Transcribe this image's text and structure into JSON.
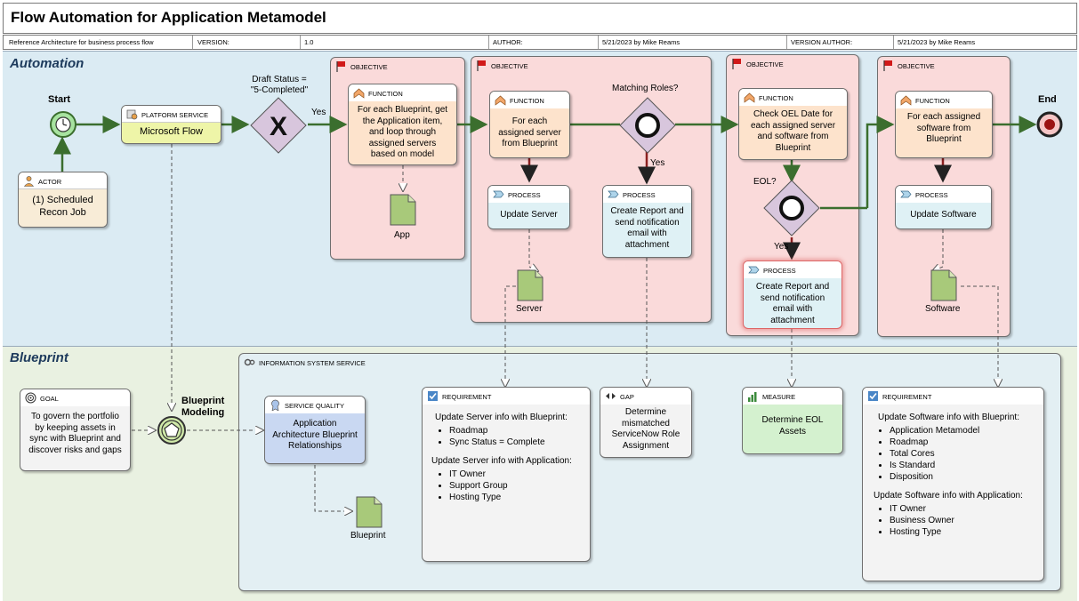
{
  "header": {
    "title": "Flow Automation for Application Metamodel",
    "description": "Reference Architecture for business process flow",
    "version_label": "VERSION:",
    "version": "1.0",
    "author_label": "AUTHOR:",
    "author": "5/21/2023 by Mike Reams",
    "version_author_label": "VERSION AUTHOR:",
    "version_author": "5/21/2023 by Mike Reams"
  },
  "lanes": {
    "automation": "Automation",
    "blueprint": "Blueprint"
  },
  "labels": {
    "start": "Start",
    "end": "End",
    "draft_status": "Draft Status =\n\"5-Completed\"",
    "yes1": "Yes",
    "matching_roles": "Matching Roles?",
    "yes2": "Yes",
    "eol": "EOL?",
    "yes3": "Yes",
    "bp_modeling": "Blueprint\nModeling"
  },
  "actor": {
    "cap": "ACTOR",
    "text": "(1) Scheduled\nRecon Job"
  },
  "platform": {
    "cap": "PLATFORM SERVICE",
    "text": "Microsoft Flow"
  },
  "objectives": [
    "OBJECTIVE",
    "OBJECTIVE",
    "OBJECTIVE",
    "OBJECTIVE"
  ],
  "functions": [
    {
      "cap": "FUNCTION",
      "text": "For each Blueprint, get\nthe Application item,\nand loop through\nassigned servers\nbased on model"
    },
    {
      "cap": "FUNCTION",
      "text": "For each\nassigned server\nfrom Blueprint"
    },
    {
      "cap": "FUNCTION",
      "text": "Check OEL Date for\neach assigned server\nand software from\nBlueprint"
    },
    {
      "cap": "FUNCTION",
      "text": "For each assigned\nsoftware from\nBlueprint"
    }
  ],
  "processes": [
    {
      "cap": "PROCESS",
      "text": "Update Server"
    },
    {
      "cap": "PROCESS",
      "text": "Create Report and\nsend notification\nemail with\nattachment"
    },
    {
      "cap": "PROCESS",
      "text": "Create Report and\nsend notification\nemail with\nattachment"
    },
    {
      "cap": "PROCESS",
      "text": "Update Software"
    }
  ],
  "documents": {
    "app": "App",
    "server": "Server",
    "software": "Software",
    "blueprint": "Blueprint"
  },
  "goal": {
    "cap": "GOAL",
    "text": "To govern the portfolio\nby keeping assets in\nsync with Blueprint and\ndiscover risks and gaps"
  },
  "info_service": {
    "cap": "INFORMATION SYSTEM SERVICE"
  },
  "service_quality": {
    "cap": "SERVICE QUALITY",
    "text": "Application\nArchitecture Blueprint\nRelationships"
  },
  "requirement1": {
    "cap": "REQUIREMENT",
    "h1": "Update Server info with Blueprint:",
    "items1": [
      "Roadmap",
      "Sync Status = Complete"
    ],
    "h2": "Update Server info with Application:",
    "items2": [
      "IT Owner",
      "Support Group",
      "Hosting Type"
    ]
  },
  "gap": {
    "cap": "GAP",
    "text": "Determine\nmismatched\nServiceNow Role\nAssignment"
  },
  "measure": {
    "cap": "MEASURE",
    "text": "Determine EOL\nAssets"
  },
  "requirement2": {
    "cap": "REQUIREMENT",
    "h1": "Update Software info with Blueprint:",
    "items1": [
      "Application Metamodel",
      "Roadmap",
      "Total Cores",
      "Is Standard",
      "Disposition"
    ],
    "h2": "Update Software info with Application:",
    "items2": [
      "IT Owner",
      "Business Owner",
      "Hosting Type"
    ]
  },
  "colors": {
    "lane_automation": "#dbebf3",
    "lane_blueprint": "#e9f1e1",
    "objective_fill": "#fadada",
    "function_fill": "#fde3cc",
    "process_fill": "#dff1f5",
    "platform_fill": "#eef5a8",
    "goal_fill": "#f3f3f3",
    "quality_fill": "#c9d8f2",
    "measure_fill": "#d4f1cf",
    "flow_line": "#3b6e2e",
    "red_flag": "#d11919"
  }
}
